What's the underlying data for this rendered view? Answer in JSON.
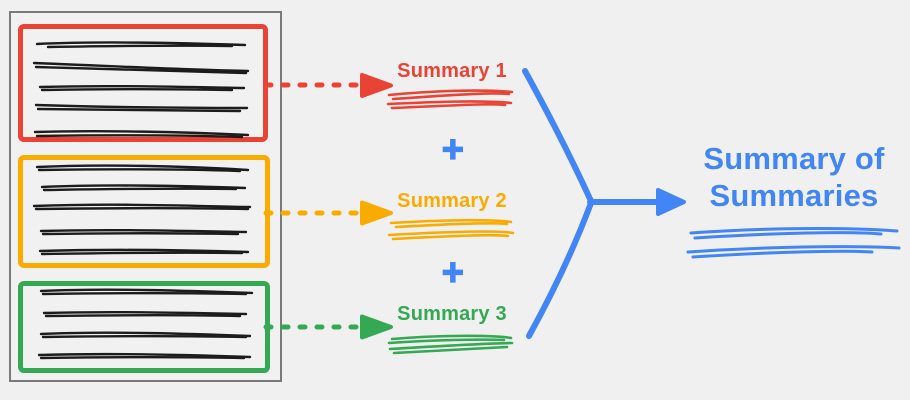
{
  "colors": {
    "background": "#f0f0f0",
    "document_border": "#7a7a7a",
    "text_scribble_black": "#1c1c1c",
    "red": "#e94335",
    "orange": "#f9ab00",
    "green": "#34a853",
    "blue": "#4285f4"
  },
  "document": {
    "sections": [
      {
        "id": "section-1",
        "highlight_color": "#e94335",
        "text_line_count": 5
      },
      {
        "id": "section-2",
        "highlight_color": "#f9ab00",
        "text_line_count": 5
      },
      {
        "id": "section-3",
        "highlight_color": "#34a853",
        "text_line_count": 4
      }
    ]
  },
  "summaries": [
    {
      "label": "Summary 1",
      "color": "#e94335"
    },
    {
      "label": "Summary 2",
      "color": "#f9ab00"
    },
    {
      "label": "Summary 3",
      "color": "#34a853"
    }
  ],
  "operators": {
    "plus": "+"
  },
  "result": {
    "label": "Summary of Summaries",
    "color": "#4285f4"
  }
}
